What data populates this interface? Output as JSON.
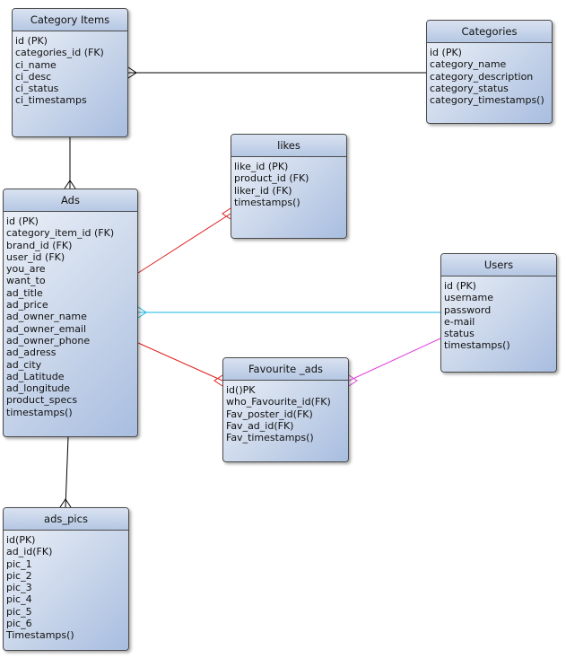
{
  "entities": {
    "category_items": {
      "title": "Category Items",
      "fields": [
        "id (PK)",
        "categories_id (FK)",
        "ci_name",
        "ci_desc",
        "ci_status",
        "ci_timestamps"
      ]
    },
    "categories": {
      "title": "Categories",
      "fields": [
        "id (PK)",
        "category_name",
        "category_description",
        "category_status",
        "category_timestamps()"
      ]
    },
    "likes": {
      "title": "likes",
      "fields": [
        "like_id (PK)",
        "product_id (FK)",
        "liker_id (FK)",
        "timestamps()"
      ]
    },
    "ads": {
      "title": "Ads",
      "fields": [
        "id (PK)",
        "category_item_id (FK)",
        "brand_id (FK)",
        "user_id (FK)",
        "you_are",
        "want_to",
        "ad_title",
        "ad_price",
        "ad_owner_name",
        "ad_owner_email",
        "ad_owner_phone",
        "ad_adress",
        "ad_city",
        "ad_Latitude",
        "ad_longitude",
        "product_specs",
        "timestamps()"
      ]
    },
    "users": {
      "title": "Users",
      "fields": [
        "id (PK)",
        "username",
        "password",
        "e-mail",
        "status",
        "timestamps()"
      ]
    },
    "favourite_ads": {
      "title": "Favourite _ads",
      "fields": [
        "id()PK",
        "who_Favourite_id(FK)",
        "Fav_poster_id(FK)",
        "Fav_ad_id(FK)",
        "Fav_timestamps()"
      ]
    },
    "ads_pics": {
      "title": "ads_pics",
      "fields": [
        "id(PK)",
        "ad_id(FK)",
        "pic_1",
        "pic_2",
        "pic_3",
        "pic_4",
        "pic_5",
        "pic_6",
        "Timestamps()"
      ]
    }
  },
  "relationships": [
    {
      "from": "category_items",
      "to": "categories",
      "color": "#000000"
    },
    {
      "from": "category_items",
      "to": "ads",
      "color": "#000000"
    },
    {
      "from": "ads",
      "to": "likes",
      "color": "#e02020"
    },
    {
      "from": "ads",
      "to": "users",
      "color": "#19b5e6"
    },
    {
      "from": "ads",
      "to": "favourite_ads",
      "color": "#e02020"
    },
    {
      "from": "users",
      "to": "favourite_ads",
      "color": "#e040e0"
    },
    {
      "from": "ads",
      "to": "ads_pics",
      "color": "#000000"
    }
  ]
}
